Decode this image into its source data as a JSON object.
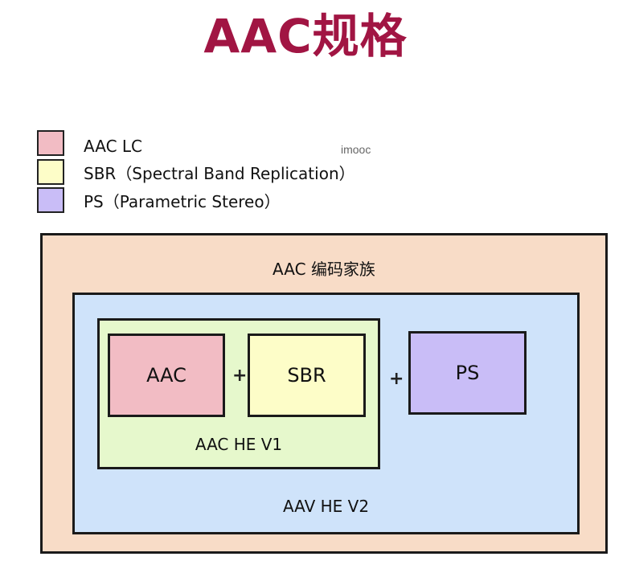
{
  "title": "AAC规格",
  "watermark": "imooc",
  "legend": [
    {
      "label": "AAC LC",
      "color": "#f2bcc4"
    },
    {
      "label": "SBR（Spectral Band Replication）",
      "color": "#fdfdc8"
    },
    {
      "label": "PS（Parametric Stereo）",
      "color": "#c9bdf7"
    }
  ],
  "diagram": {
    "family_label": "AAC 编码家族",
    "family_color": "#f8dcc7",
    "v2_label": "AAV HE V2",
    "v2_color": "#cfe3fa",
    "v1_label": "AAC HE V1",
    "v1_color": "#e6f8cc",
    "blocks": [
      {
        "label": "AAC",
        "color": "#f2bcc4"
      },
      {
        "label": "SBR",
        "color": "#fdfdc8"
      },
      {
        "label": "PS",
        "color": "#c9bdf7"
      }
    ],
    "plus_sign": "+"
  }
}
